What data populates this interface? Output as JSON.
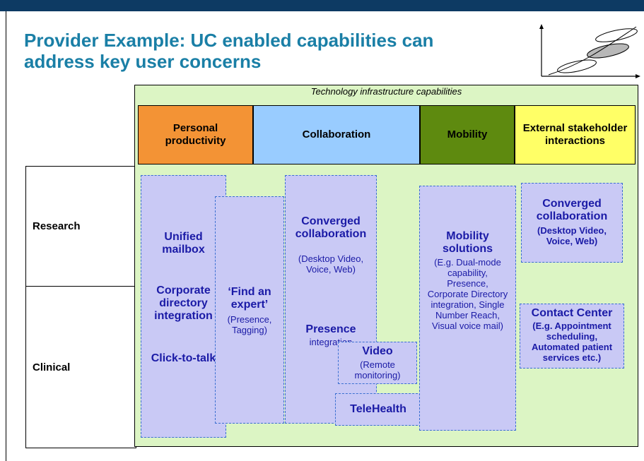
{
  "title": {
    "line1": "Provider Example: UC enabled capabilities can",
    "line2": "address key user concerns"
  },
  "panel_title": "Technology infrastructure capabilities",
  "capabilities": [
    {
      "label": "Personal productivity",
      "color": "#f39335"
    },
    {
      "label": "Collaboration",
      "color": "#99ccff"
    },
    {
      "label": "Mobility",
      "color": "#5e8a0f"
    },
    {
      "label": "External stakeholder interactions",
      "color": "#ffff66"
    }
  ],
  "rows": [
    "Research",
    "Clinical"
  ],
  "boxes": {
    "unified_mailbox": "Unified mailbox",
    "corporate_directory": "Corporate directory integration",
    "click_to_talk": "Click-to-talk",
    "find_expert_title": "‘Find an expert’",
    "find_expert_sub": "(Presence, Tagging)",
    "converged_title": "Converged collaboration",
    "converged_sub": "(Desktop Video, Voice, Web)",
    "presence_title": "Presence",
    "presence_sub": "integration",
    "video_title": "Video",
    "video_sub": "(Remote monitoring)",
    "telehealth": "TeleHealth",
    "mobility_title": "Mobility solutions",
    "mobility_sub": "(E.g. Dual-mode capability, Presence, Corporate Directory integration, Single Number Reach, Visual voice mail)",
    "ext_converged_title": "Converged collaboration",
    "ext_converged_sub": "(Desktop Video, Voice, Web)",
    "contact_title": "Contact Center",
    "contact_sub": "(E.g. Appointment scheduling, Automated patient services etc.)"
  },
  "colors": {
    "title": "#1a7fa6",
    "box_fill": "#c9c9f5",
    "box_text": "#1a1aa6",
    "panel": "#dcf5c4",
    "topbar": "#0d3a63"
  }
}
